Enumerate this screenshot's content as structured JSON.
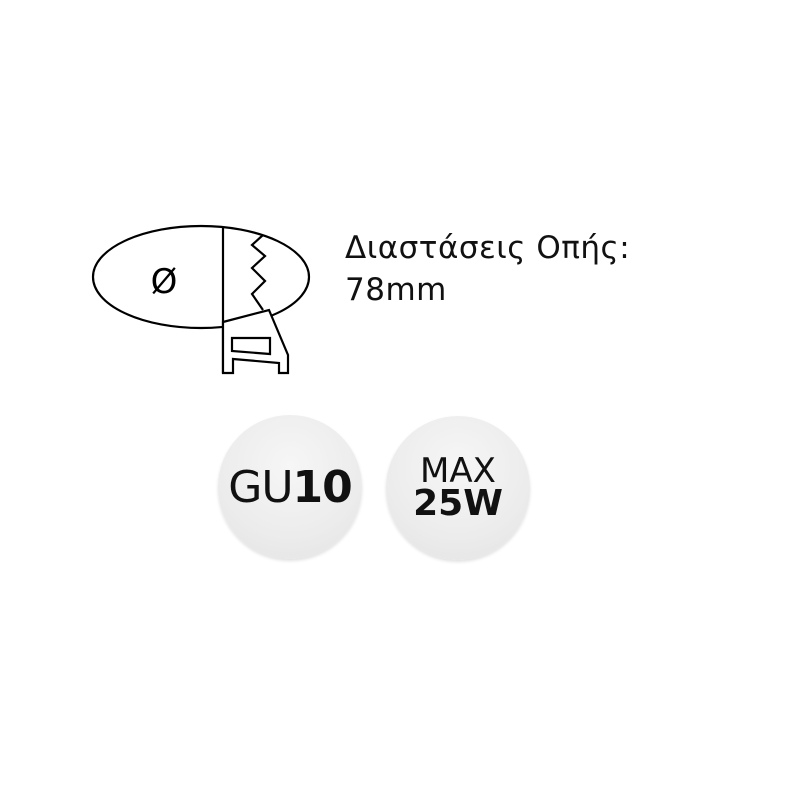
{
  "diagram": {
    "symbol": "Ø"
  },
  "spec": {
    "label": "Διαστάσεις Οπής:",
    "value": "78mm"
  },
  "badges": {
    "socket": {
      "prefix": "GU",
      "number": "10"
    },
    "power": {
      "line1": "MAX",
      "line2": "25W"
    }
  }
}
